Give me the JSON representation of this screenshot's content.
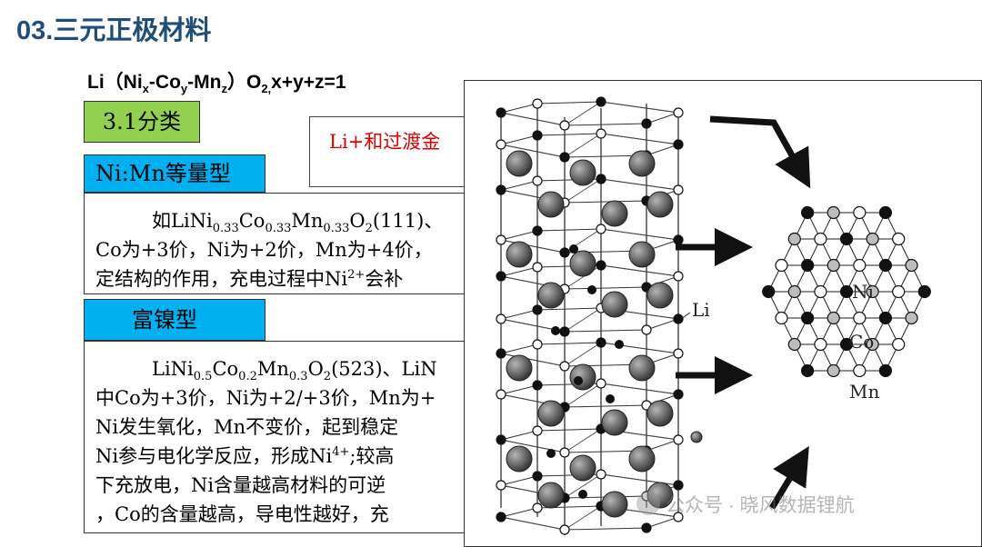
{
  "title": "03.三元正极材料",
  "formula": {
    "li": "Li",
    "open": "（",
    "ni": "Ni",
    "x": "x",
    "co": "-Co",
    "y": "y",
    "mn": "-Mn",
    "z": "z",
    "close": "）",
    "o": "O",
    "two": "2",
    "comma": ",",
    "constraint": "x+y+z=1"
  },
  "category_label": "3.1分类",
  "li_note": "Li+和过渡金",
  "section1": {
    "heading": "Ni:Mn等量型",
    "line1": {
      "a": "如LiNi",
      "s1": "0.33",
      "b": "Co",
      "s2": "0.33",
      "c": "Mn",
      "s3": "0.33",
      "d": "O",
      "s4": "2",
      "e": "(111)、"
    },
    "line2": "Co为+3价，Ni为+2价，Mn为+4价，",
    "line3": {
      "a": "定结构的作用，充电过程中Ni",
      "sup": "2+",
      "b": "会补"
    }
  },
  "section2": {
    "heading": "富镍型",
    "line1": {
      "a": "LiNi",
      "s1": "0.5",
      "b": "Co",
      "s2": "0.2",
      "c": "Mn",
      "s3": "0.3",
      "d": "O",
      "s4": "2",
      "e": "(523)、LiN"
    },
    "line2": "中Co为+3价，Ni为+2/+3价，Mn为+",
    "line3": "Ni发生氧化，Mn不变价，起到稳定",
    "line4": {
      "a": "Ni参与电化学反应，形成Ni",
      "sup": "4+",
      "b": ";较高"
    },
    "line5": "下充放电，Ni含量越高材料的可逆",
    "line6": "，Co的含量越高，导电性越好，充"
  },
  "figure": {
    "label_li": "Li",
    "label_ni": "Ni",
    "label_co": "Co",
    "label_mn": "Mn"
  },
  "watermark": "公众号 · 晓风数据锂航"
}
